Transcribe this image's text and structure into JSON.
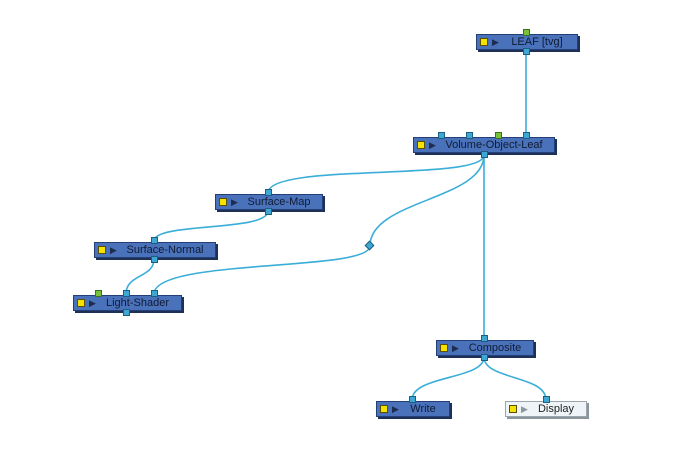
{
  "nodes": {
    "leaf": "LEAF  [tvg]",
    "volume_object_leaf": "Volume-Object-Leaf",
    "surface_map": "Surface-Map",
    "surface_normal": "Surface-Normal",
    "light_shader": "Light-Shader",
    "composite": "Composite",
    "write": "Write",
    "display": "Display"
  },
  "icons": {
    "enable_toggle": "enable-toggle-icon",
    "expand_arrow": "play-arrow-icon",
    "expand_arrow_glyph": "▶",
    "port": "port-icon"
  },
  "colors": {
    "node_fill": "#4a72bb",
    "node_border": "#233f78",
    "display_fill": "#eef4f8",
    "wire": "#3aaed8",
    "port": "#3fa7d3",
    "matte_port": "#77c23a",
    "enable_toggle": "#f5e200"
  }
}
